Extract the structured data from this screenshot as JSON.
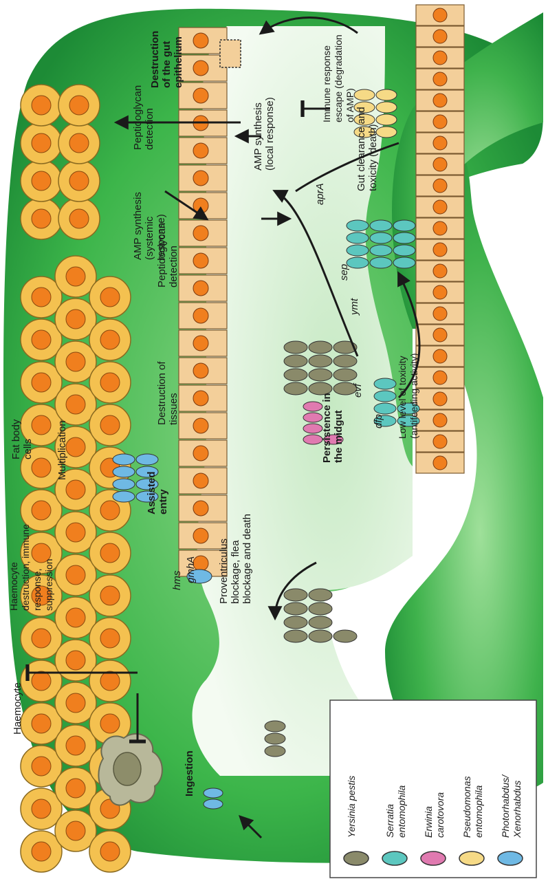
{
  "labels": {
    "fat_body": [
      "Fat body",
      "cells"
    ],
    "haemocyte_destruction": [
      "Haemocyte",
      "destruction, immune",
      "response,",
      "suppression"
    ],
    "haemocyte": [
      "Haemocyte"
    ],
    "ingestion": [
      "Ingestion"
    ],
    "assisted_entry": [
      "Assisted",
      "entry"
    ],
    "hms": [
      "hms"
    ],
    "gmhA": [
      "gmhA"
    ],
    "proventriculus": [
      "Proventriculus",
      "blockage, flea",
      "blockage and death"
    ],
    "multiplication": [
      "Multiplication"
    ],
    "destruction_tissues": [
      "Destruction of",
      "tissues"
    ],
    "peptidoglycan_left": [
      "Peptidoglycan",
      "detection"
    ],
    "amp_systemic": [
      "AMP synthesis",
      "(systemic",
      "response)"
    ],
    "peptidoglycan_top": [
      "Peptidoglycan",
      "detection"
    ],
    "ymt": [
      "ymt"
    ],
    "persistence": [
      "Persistence in",
      "the midgut"
    ],
    "dfp": [
      "dfp"
    ],
    "low_toxicity": [
      "Low level of toxicity",
      "(antifeeding activity)"
    ],
    "evf": [
      "evf"
    ],
    "sep": [
      "sep"
    ],
    "amp_local": [
      "AMP synthesis",
      "(local response)"
    ],
    "apra": [
      "aprA"
    ],
    "gut_clearance": [
      "Gut clearance and",
      "toxicity (death)"
    ],
    "immune_escape": [
      "Immune response",
      "escape (degradation",
      "of AMP)"
    ],
    "destruction_gut": [
      "Destruction",
      "of the gut",
      "epithelium"
    ]
  },
  "legend": [
    {
      "name": "Yersinia pestis",
      "lines": [
        "Yersinia pestis"
      ],
      "color": "#8a8a6a"
    },
    {
      "name": "Serratia entomophila",
      "lines": [
        "Serratia",
        "entomophila"
      ],
      "color": "#5cc7bf"
    },
    {
      "name": "Erwinia carotovora",
      "lines": [
        "Erwinia",
        "carotovora"
      ],
      "color": "#e07ab0"
    },
    {
      "name": "Pseudomonas entomophila",
      "lines": [
        "Pseudomonas",
        "entomophila"
      ],
      "color": "#f6da86"
    },
    {
      "name": "Photorhabdus/Xenorhabdus",
      "lines": [
        "Photorhabdus/",
        "Xenorhabdus"
      ],
      "color": "#6fb9e4"
    }
  ],
  "colors": {
    "body_green": "#39b54a",
    "body_dark": "#1f8f3a",
    "gut_lumen": "#dff3dc",
    "fat_cell": "#f4c150",
    "fat_nucleus": "#f07f1e",
    "epithelium": "#f3cf9a",
    "yersinia": "#8a8a6a",
    "serratia": "#5cc7bf",
    "erwinia": "#e07ab0",
    "pseudomonas": "#f6da86",
    "photorhabdus": "#6fb9e4"
  }
}
